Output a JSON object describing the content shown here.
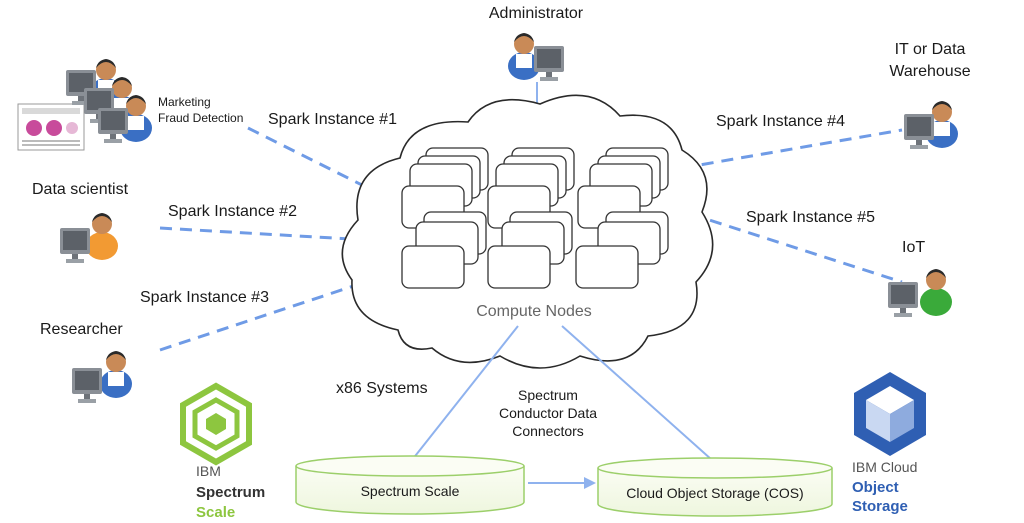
{
  "actors": {
    "administrator": "Administrator",
    "it_warehouse_line1": "IT or Data",
    "it_warehouse_line2": "Warehouse",
    "marketing_line1": "Marketing",
    "marketing_line2": "Fraud Detection",
    "data_scientist": "Data scientist",
    "iot": "IoT",
    "researcher": "Researcher"
  },
  "spark_instances": {
    "s1": "Spark Instance #1",
    "s2": "Spark Instance #2",
    "s3": "Spark Instance #3",
    "s4": "Spark Instance #4",
    "s5": "Spark Instance #5"
  },
  "cloud": {
    "label": "Compute Nodes",
    "x86": "x86 Systems"
  },
  "connectors": {
    "line1": "Spectrum",
    "line2": "Conductor Data",
    "line3": "Connectors"
  },
  "storage": {
    "spectrum_scale": "Spectrum Scale",
    "cos": "Cloud Object Storage (COS)"
  },
  "logos": {
    "ibm_spectrum_line1": "IBM",
    "ibm_spectrum_line2": "Spectrum",
    "ibm_spectrum_line3": "Scale",
    "ibm_cloud_line1": "IBM Cloud",
    "ibm_cloud_line2": "Object",
    "ibm_cloud_line3": "Storage"
  },
  "colors": {
    "dashed_line": "#6f9be6",
    "solid_line": "#8fb2ee",
    "spectrum_green": "#8dc63f",
    "ibm_blue": "#2f5fb3",
    "cylinder_outline": "#9ccf6a"
  }
}
